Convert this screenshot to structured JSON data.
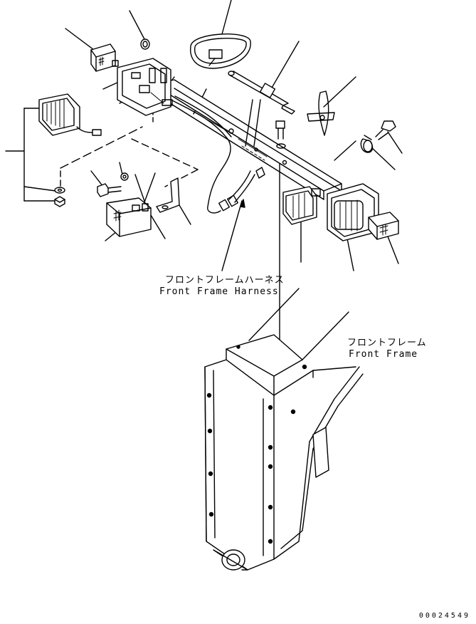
{
  "labels": {
    "front_frame_harness_jp": "フロントフレームハーネス",
    "front_frame_harness_en": "Front Frame Harness",
    "front_frame_jp": "フロントフレーム",
    "front_frame_en": "Front Frame"
  },
  "drawing_number": "00024549",
  "colors": {
    "ink": "#000000",
    "paper": "#ffffff"
  }
}
